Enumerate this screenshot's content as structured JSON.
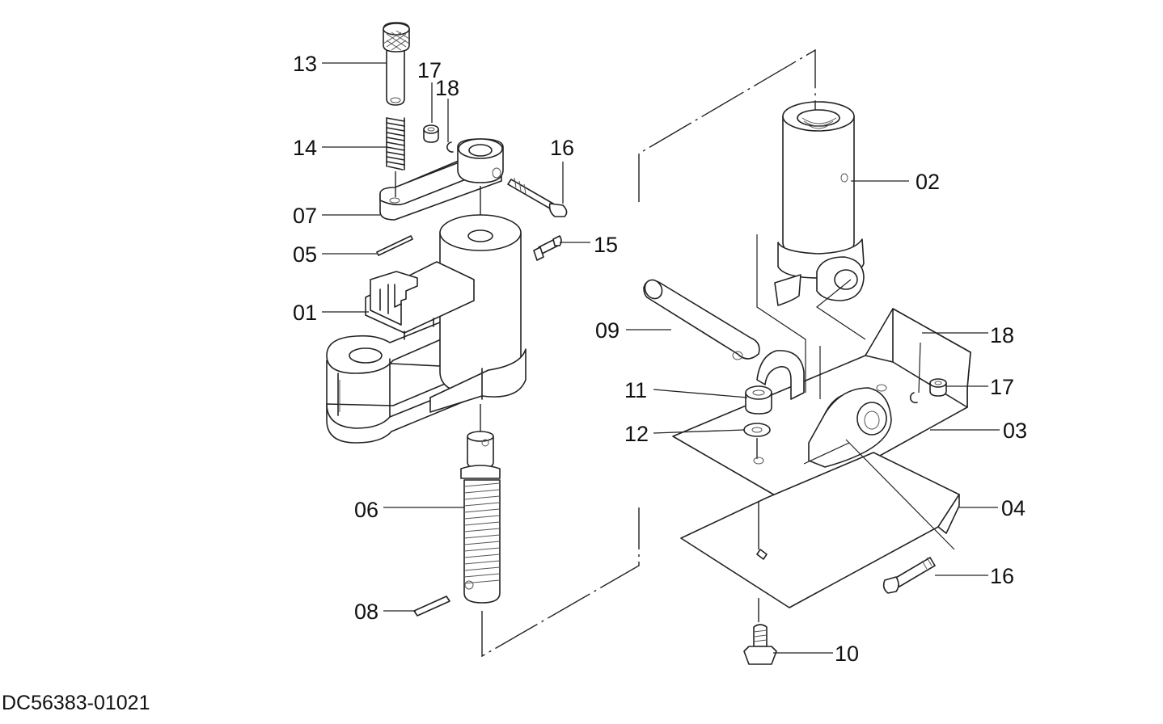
{
  "document_code": "DC56383-01021",
  "callouts": {
    "c13": "13",
    "c17a": "17",
    "c18a": "18",
    "c14": "14",
    "c16a": "16",
    "c07": "07",
    "c05": "05",
    "c15": "15",
    "c01": "01",
    "c06": "06",
    "c08": "08",
    "c02": "02",
    "c09": "09",
    "c18b": "18",
    "c11": "11",
    "c17b": "17",
    "c12": "12",
    "c03": "03",
    "c04": "04",
    "c16b": "16",
    "c10": "10"
  }
}
